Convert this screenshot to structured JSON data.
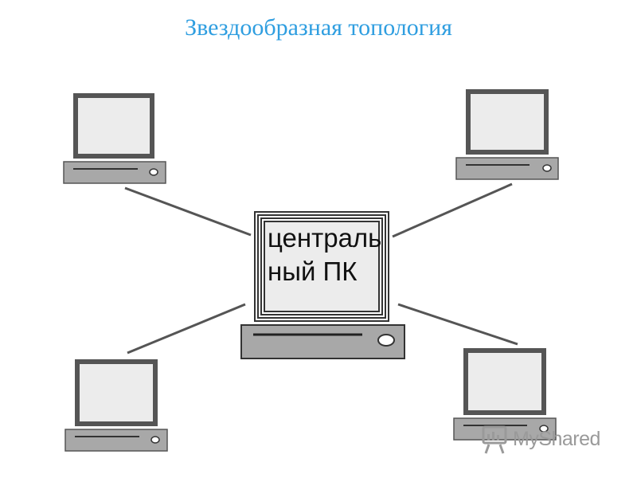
{
  "title": "Звездообразная топология",
  "center_pc": {
    "label_line1": "централь",
    "label_line2": "ный ПК"
  },
  "watermark": {
    "text": "MyShared",
    "icon": "myshared-logo-icon"
  },
  "colors": {
    "title": "#2f9ee0",
    "screen": "#ececec",
    "frame": "#555555",
    "base": "#a8a8a8",
    "cable": "#555555"
  }
}
